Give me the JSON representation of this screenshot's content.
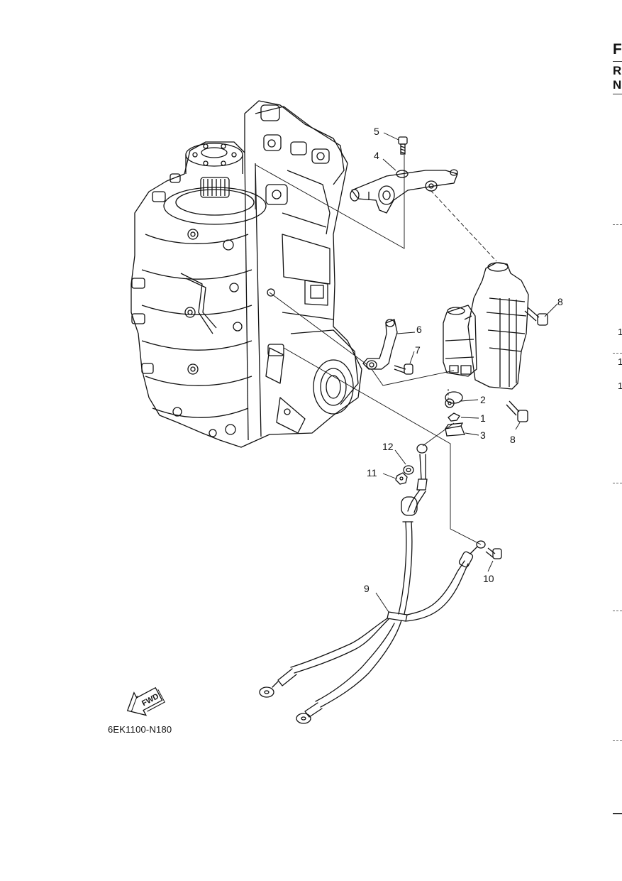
{
  "diagram": {
    "drawing_code": "6EK1100-N180",
    "fwd_label": "FWD",
    "callouts": [
      {
        "id": "1",
        "label": "1"
      },
      {
        "id": "2",
        "label": "2"
      },
      {
        "id": "3",
        "label": "3"
      },
      {
        "id": "4",
        "label": "4"
      },
      {
        "id": "5",
        "label": "5"
      },
      {
        "id": "6",
        "label": "6"
      },
      {
        "id": "7",
        "label": "7"
      },
      {
        "id": "8a",
        "label": "8"
      },
      {
        "id": "8b",
        "label": "8"
      },
      {
        "id": "9",
        "label": "9"
      },
      {
        "id": "10",
        "label": "10"
      },
      {
        "id": "11",
        "label": "11"
      },
      {
        "id": "12",
        "label": "12"
      }
    ]
  },
  "right_edge": {
    "letters": [
      "F",
      "R",
      "N"
    ],
    "numbers": [
      "1",
      "1",
      "1"
    ]
  }
}
